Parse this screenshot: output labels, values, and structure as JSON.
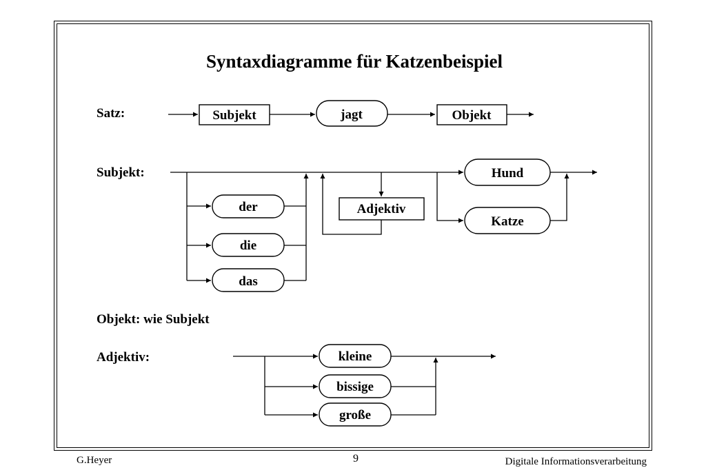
{
  "title": "Syntaxdiagramme für Katzenbeispiel",
  "rules": {
    "satz": {
      "label": "Satz:",
      "nodes": [
        "Subjekt",
        "jagt",
        "Objekt"
      ]
    },
    "subjekt": {
      "label": "Subjekt:",
      "articles": [
        "der",
        "die",
        "das"
      ],
      "adjective": "Adjektiv",
      "nouns": [
        "Hund",
        "Katze"
      ]
    },
    "objekt": {
      "label": "Objekt: wie Subjekt"
    },
    "adjektiv": {
      "label": "Adjektiv:",
      "options": [
        "kleine",
        "bissige",
        "große"
      ]
    }
  },
  "footer": {
    "author": "G.Heyer",
    "page": "9",
    "course": "Digitale Informationsverarbeitung"
  }
}
